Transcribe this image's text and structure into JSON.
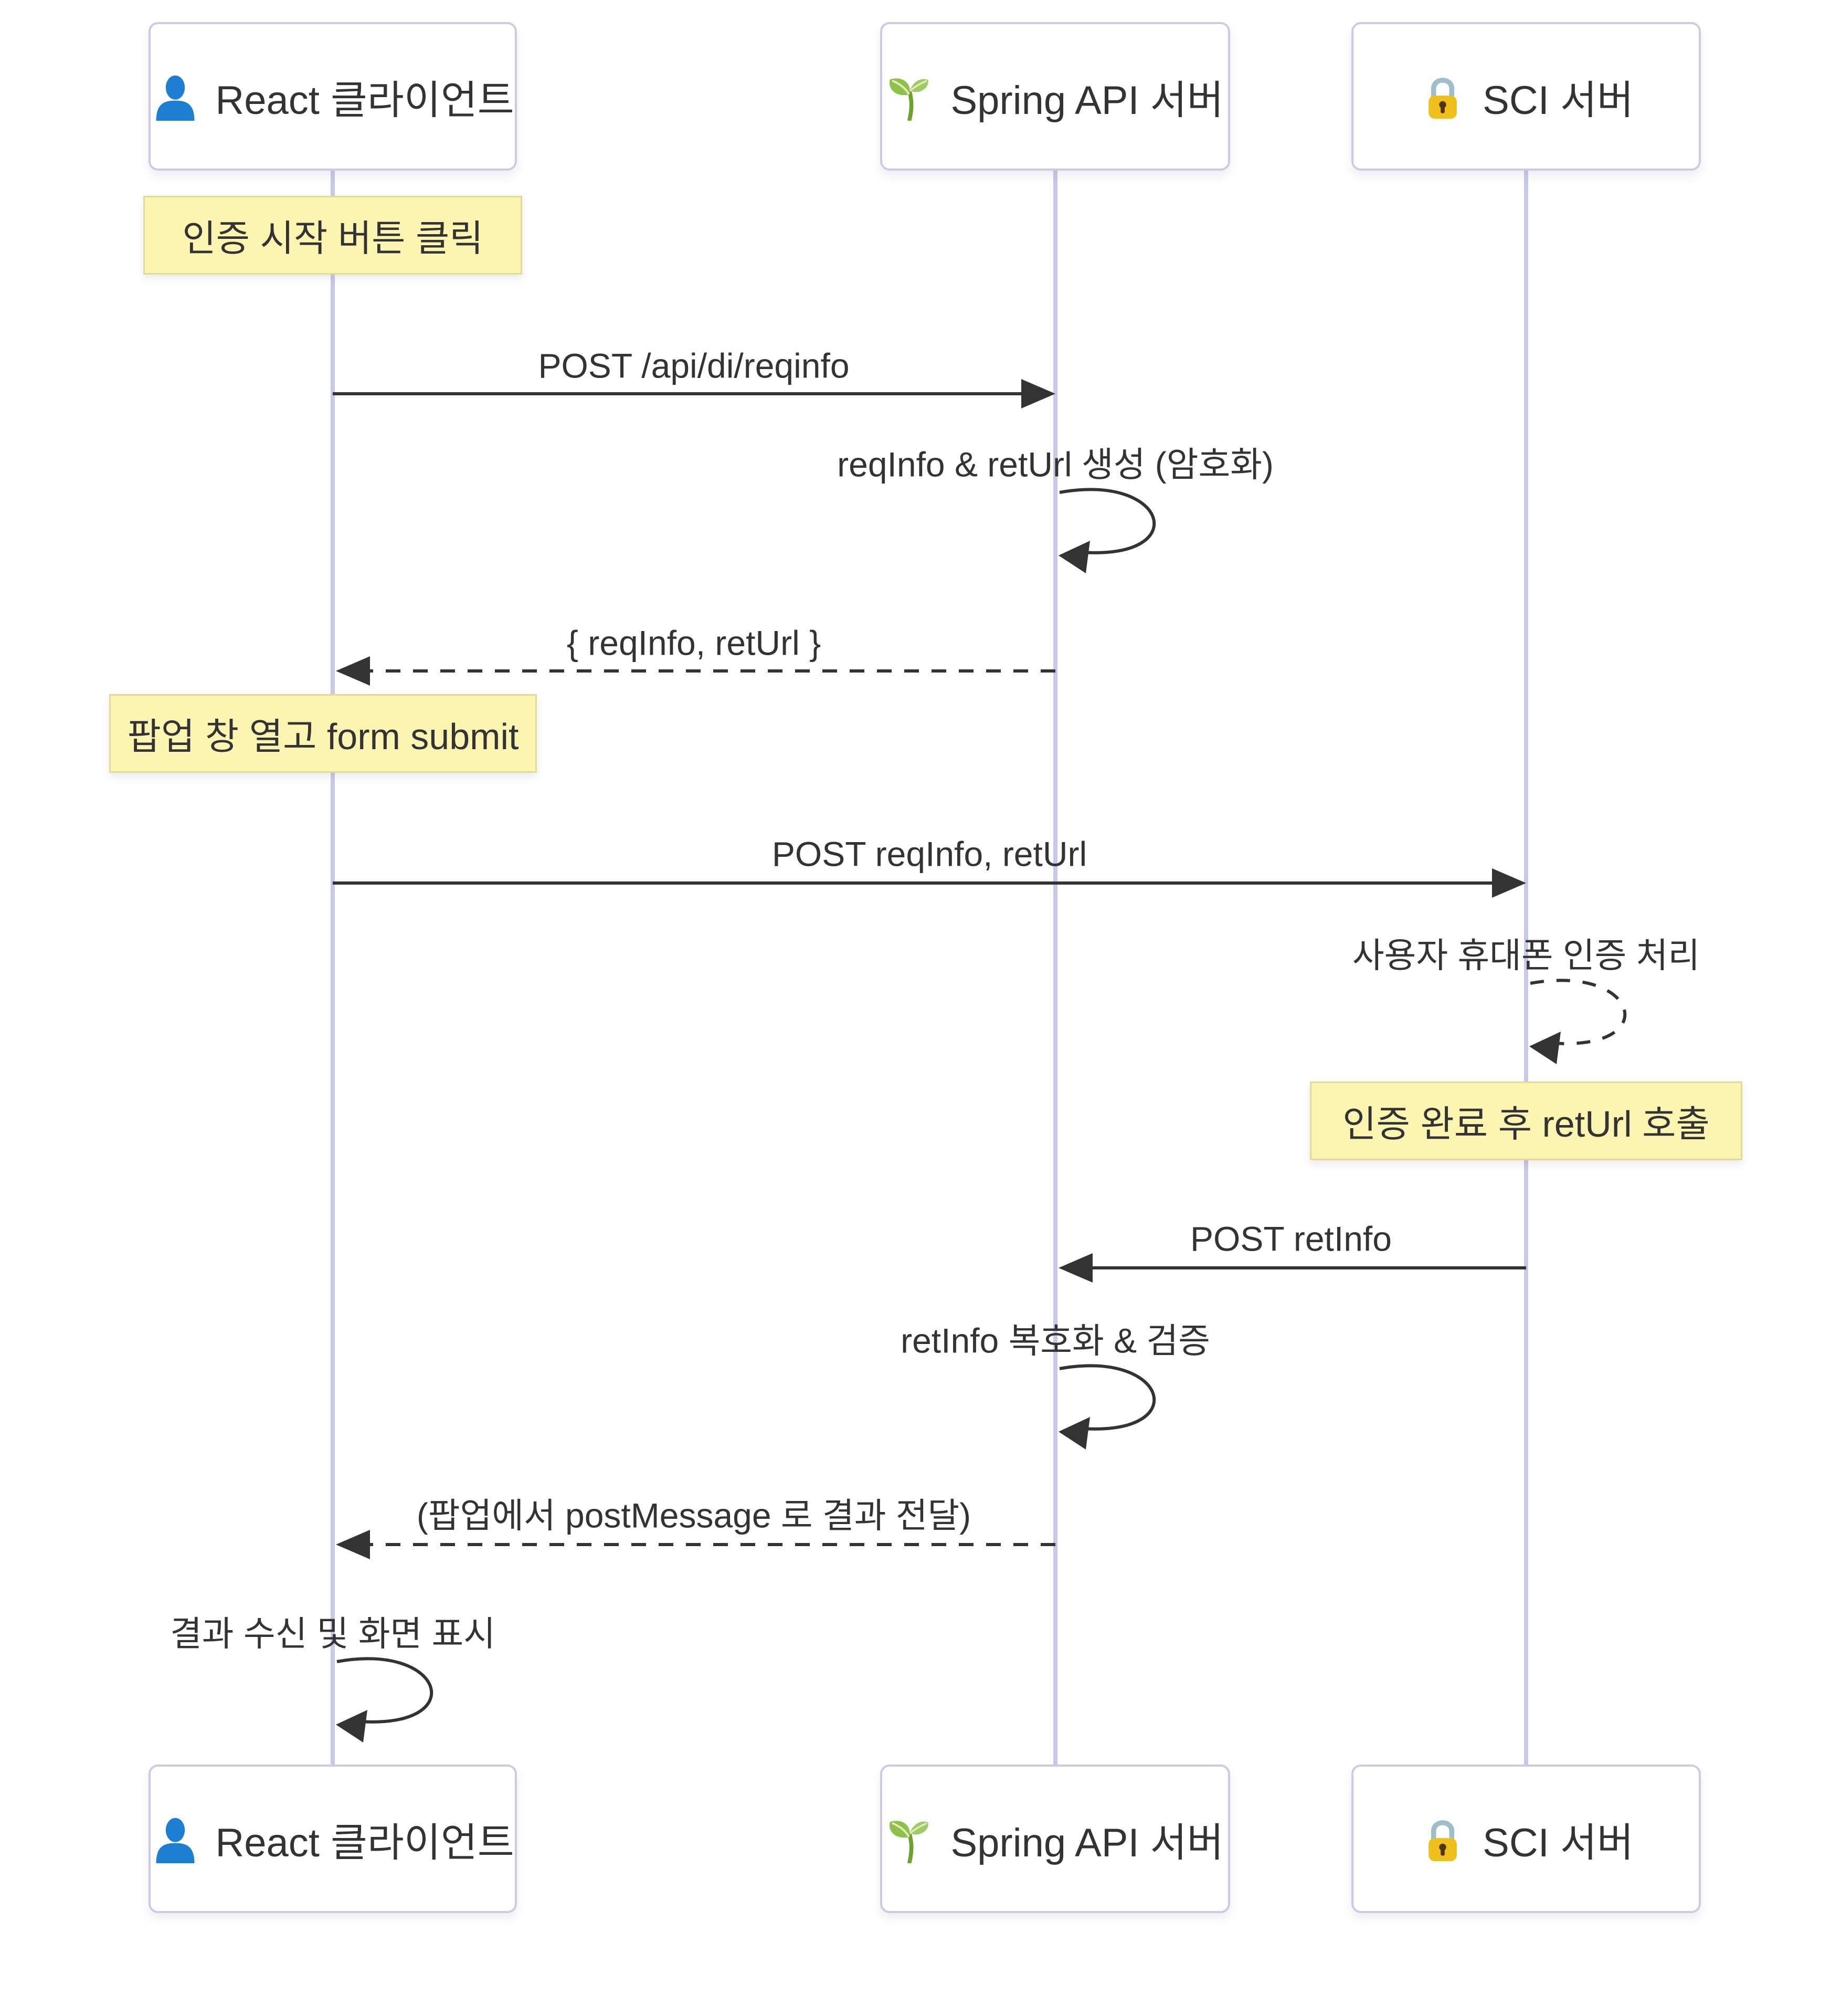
{
  "diagram": {
    "actors": [
      {
        "id": "react-client",
        "label": "React 클라이언트",
        "icon": "person-icon"
      },
      {
        "id": "spring-api-server",
        "label": "Spring API 서버",
        "icon": "seedling-icon"
      },
      {
        "id": "sci-server",
        "label": "SCI 서버",
        "icon": "lock-icon"
      }
    ],
    "notes": [
      {
        "over": "react-client",
        "text": "인증 시작 버튼 클릭"
      },
      {
        "over": "react-client",
        "text": "팝업 창 열고 form submit"
      },
      {
        "over": "sci-server",
        "text": "인증 완료 후 retUrl 호출"
      }
    ],
    "messages": [
      {
        "from": "react-client",
        "to": "spring-api-server",
        "style": "solid",
        "label": "POST /api/di/reqinfo"
      },
      {
        "from": "spring-api-server",
        "to": "spring-api-server",
        "style": "self-solid",
        "label": "reqInfo & retUrl 생성 (암호화)"
      },
      {
        "from": "spring-api-server",
        "to": "react-client",
        "style": "dashed",
        "label": "{ reqInfo, retUrl }"
      },
      {
        "from": "react-client",
        "to": "sci-server",
        "style": "solid",
        "label": "POST reqInfo, retUrl"
      },
      {
        "from": "sci-server",
        "to": "sci-server",
        "style": "self-dashed",
        "label": "사용자 휴대폰 인증 처리"
      },
      {
        "from": "sci-server",
        "to": "spring-api-server",
        "style": "solid",
        "label": "POST retInfo"
      },
      {
        "from": "spring-api-server",
        "to": "spring-api-server",
        "style": "self-solid",
        "label": "retInfo 복호화 & 검증"
      },
      {
        "from": "spring-api-server",
        "to": "react-client",
        "style": "dashed",
        "label": "(팝업에서 postMessage 로 결과 전달)"
      },
      {
        "from": "react-client",
        "to": "react-client",
        "style": "self-solid",
        "label": "결과 수신 및 화면 표시"
      }
    ],
    "colors": {
      "lifeline": "#c8c8e8",
      "actor_border": "#cbcbe8",
      "note_fill": "#fcf5b2",
      "note_border": "#e0db96",
      "arrow": "#333333",
      "text": "#333333",
      "person_blue": "#1e7fd2",
      "seedling_green": "#8bc34a",
      "lock_gold": "#efbf1c"
    }
  }
}
